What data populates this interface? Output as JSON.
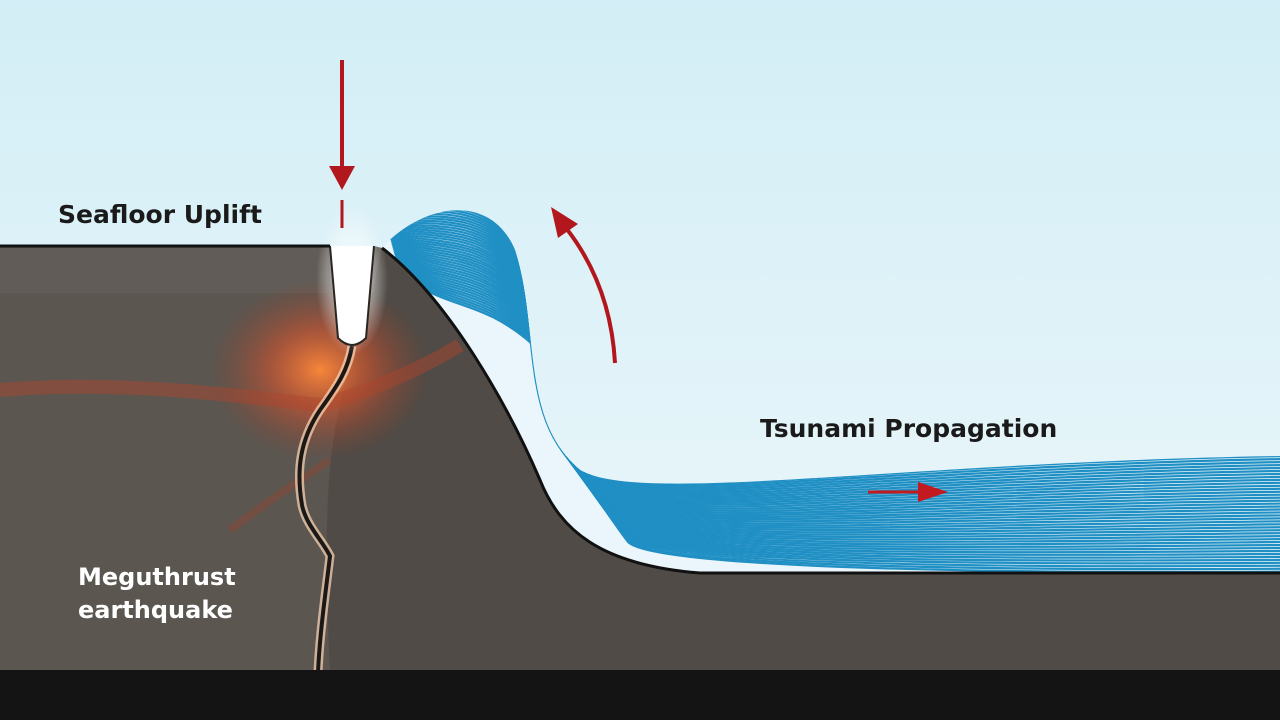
{
  "labels": {
    "uplift": "Seafloor Uplift",
    "propagation": "Tsunami Propagation",
    "quake_line1": "Meguthrust",
    "quake_line2": "earthquake"
  },
  "colors": {
    "sky_top": "#d6f0f7",
    "sky_bottom": "#eaf7fb",
    "ground": "#5a554f",
    "ground_dark": "#3f3b37",
    "base": "#141414",
    "water_line": "#1f8fc4",
    "water_fill": "#e4f4fb",
    "arrow": "#b3171e",
    "glow": "#ff6a2a",
    "label_dark": "#1a1a1a",
    "label_light": "#ffffff"
  },
  "icons": {
    "down_arrow": "down-arrow-icon",
    "curved_arrow": "curved-up-arrow-icon",
    "right_arrow": "right-arrow-icon"
  }
}
